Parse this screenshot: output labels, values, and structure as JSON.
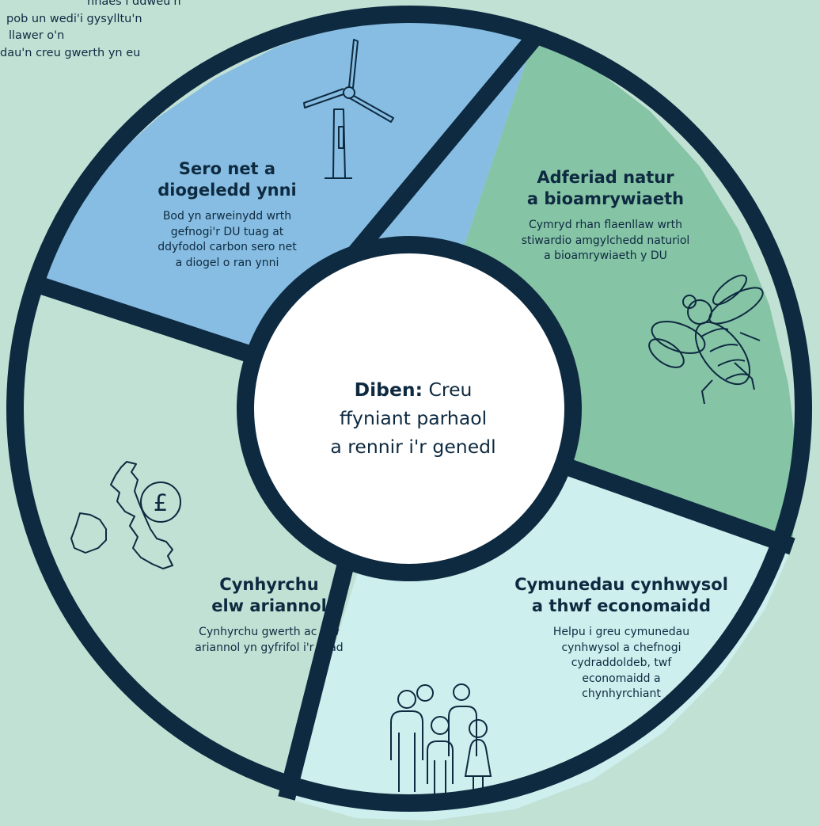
{
  "intro_lines": [
    "nnaes i ddweu'n",
    "pob un wedi'i gysylltu'n",
    "llawer o'n",
    "dau'n creu gwerth yn eu"
  ],
  "center": {
    "prefix": "Diben:",
    "text_line1": "Creu",
    "text_line2": "ffyniant parhaol",
    "text_line3": "a rennir i'r genedl"
  },
  "segments": {
    "net_zero": {
      "title_line1": "Sero net a",
      "title_line2": "diogeledd ynni",
      "desc": [
        "Bod yn arweinydd wrth",
        "gefnogi'r DU tuag at",
        "ddyfodol carbon sero net",
        "a diogel o ran ynni"
      ],
      "icon": "wind-turbine-icon",
      "color": "#87bde2"
    },
    "nature": {
      "title_line1": "Adferiad natur",
      "title_line2": "a bioamrywiaeth",
      "desc": [
        "Cymryd rhan flaenllaw wrth",
        "stiwardio amgylchedd naturiol",
        "a bioamrywiaeth y DU"
      ],
      "icon": "bee-icon",
      "color": "#86c4a6"
    },
    "communities": {
      "title_line1": "Cymunedau cynhwysol",
      "title_line2": "a thwf economaidd",
      "desc": [
        "Helpu i greu cymunedau",
        "cynhwysol a chefnogi",
        "cydraddoldeb, twf",
        "economaidd a",
        "chynhyrchiant"
      ],
      "icon": "people-group-icon",
      "color": "#cdf0ef"
    },
    "financial": {
      "title_line1": "Cynhyrchu",
      "title_line2": "elw ariannol",
      "desc": [
        "Cynhyrchu gwerth ac elw",
        "ariannol yn gyfrifol i'r wlad"
      ],
      "icon": "uk-map-pound-icon",
      "color": "#c2e1d5"
    }
  },
  "colors": {
    "outline": "#0e2a40",
    "background": "#c2e1d5",
    "center_fill": "#ffffff"
  }
}
